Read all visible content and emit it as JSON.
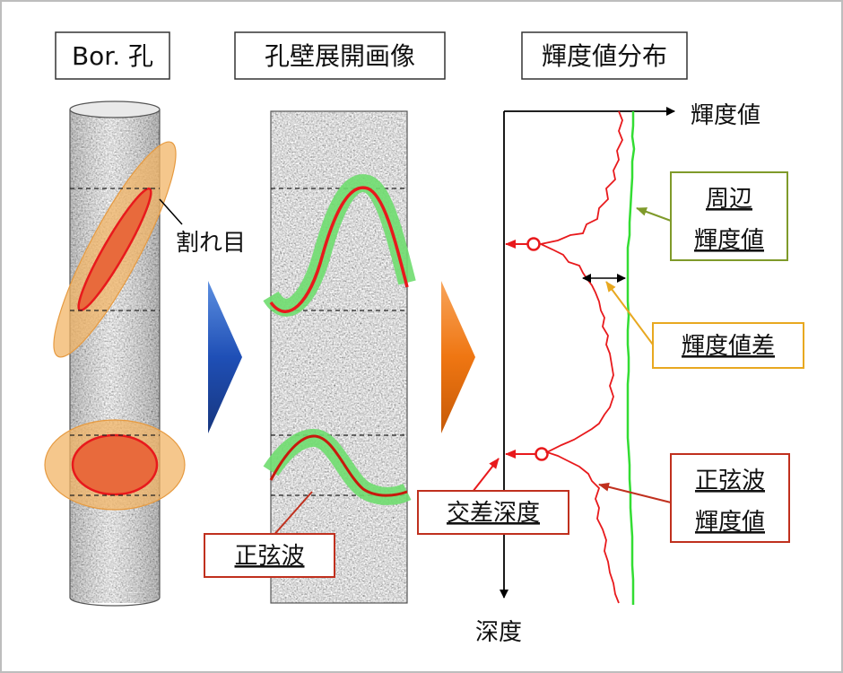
{
  "titles": {
    "borehole": "Bor. 孔",
    "unwrapped": "孔壁展開画像",
    "distribution": "輝度値分布"
  },
  "labels": {
    "fracture": "割れ目",
    "sine_wave": "正弦波",
    "intersection_depth": "交差深度",
    "luminance_axis": "輝度値",
    "depth_axis": "深度",
    "surrounding_line1": "周辺",
    "surrounding_line2": "輝度値",
    "luminance_difference": "輝度値差",
    "sine_luminance_line1": "正弦波",
    "sine_luminance_line2": "輝度値"
  },
  "colors": {
    "red": "#e8191c",
    "fracture_fill": "#e86a3c",
    "halo": "#f2b466",
    "green": "#33dd33",
    "green_band": "#6fdd6f",
    "arrow_blue": "#1f4fb6",
    "arrow_orange": "#f07a14",
    "olive_frame": "#7f9a2a",
    "gold_frame": "#e8a820",
    "red_frame": "#c0301e"
  }
}
